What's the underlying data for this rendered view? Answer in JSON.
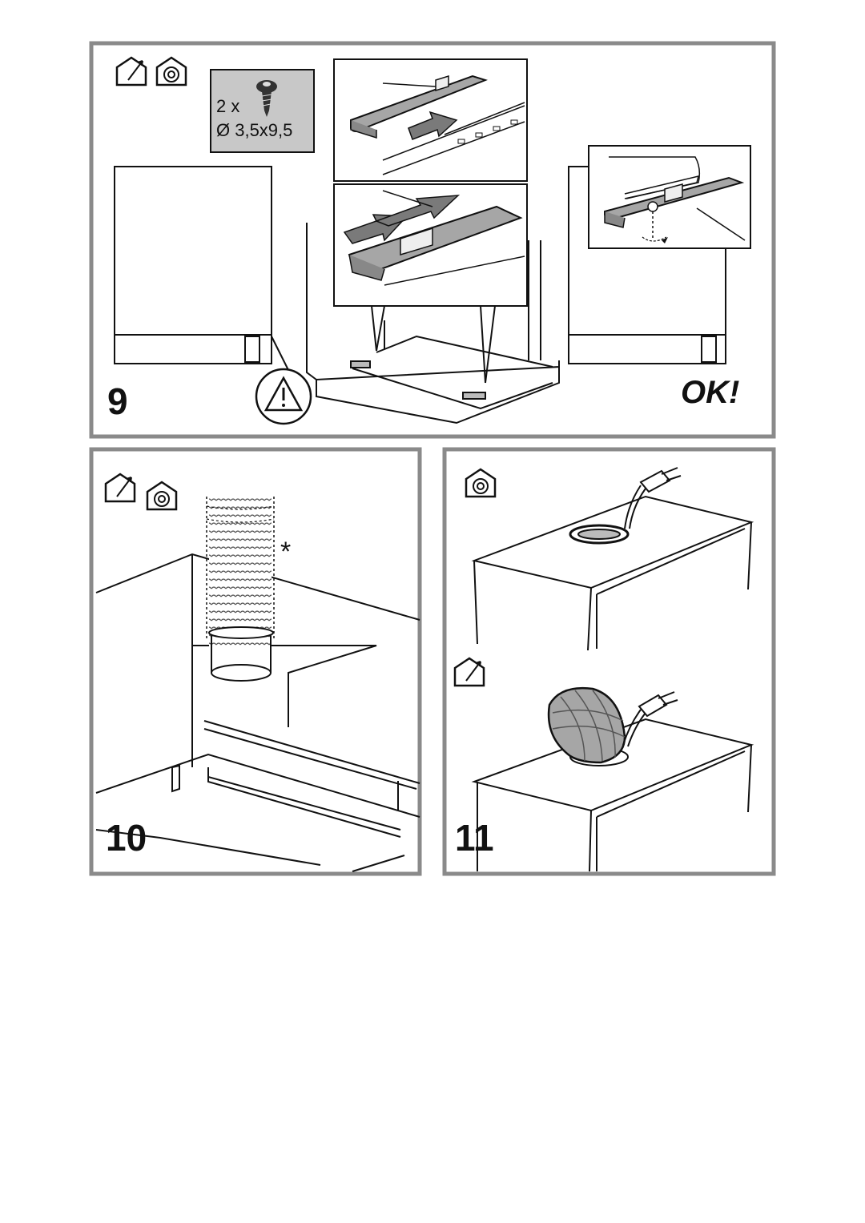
{
  "steps": {
    "step9": {
      "number": "9",
      "screws": {
        "quantity": "2 x",
        "size": "Ø 3,5x9,5"
      },
      "ok_label": "OK!",
      "icons": [
        "ducted-house-icon",
        "recirculation-house-icon",
        "warning-icon"
      ]
    },
    "step10": {
      "number": "10",
      "note_mark": "*",
      "icons": [
        "ducted-house-icon",
        "recirculation-house-icon"
      ]
    },
    "step11": {
      "number": "11",
      "icons": [
        "recirculation-house-icon",
        "ducted-house-icon"
      ]
    }
  },
  "colors": {
    "frame": "#8a8a8a",
    "screw_box": "#c8c8c8",
    "part_gray": "#a6a6a6",
    "arrow_gray": "#7a7a7a"
  }
}
